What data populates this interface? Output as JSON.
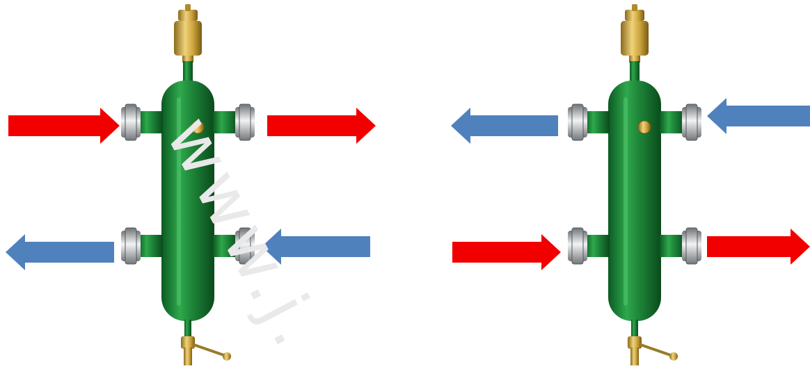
{
  "watermark": {
    "text": "www.j."
  },
  "colors": {
    "hot": "#f20000",
    "cold": "#4f81bd",
    "body_green": "#1e8a3a",
    "brass": "#c9a23a",
    "fitting_silver": "#b9bcbe",
    "background": "#ffffff"
  },
  "separators": [
    {
      "name": "left-separator",
      "arrows": [
        {
          "name": "upper-left-arrow",
          "flow": "hot",
          "direction": "right"
        },
        {
          "name": "upper-right-arrow",
          "flow": "hot",
          "direction": "right"
        },
        {
          "name": "lower-left-arrow",
          "flow": "cold",
          "direction": "left"
        },
        {
          "name": "lower-right-arrow",
          "flow": "cold",
          "direction": "left"
        }
      ]
    },
    {
      "name": "right-separator",
      "arrows": [
        {
          "name": "upper-left-arrow",
          "flow": "cold",
          "direction": "left"
        },
        {
          "name": "upper-right-arrow",
          "flow": "cold",
          "direction": "left"
        },
        {
          "name": "lower-left-arrow",
          "flow": "hot",
          "direction": "right"
        },
        {
          "name": "lower-right-arrow",
          "flow": "hot",
          "direction": "right"
        }
      ]
    }
  ]
}
